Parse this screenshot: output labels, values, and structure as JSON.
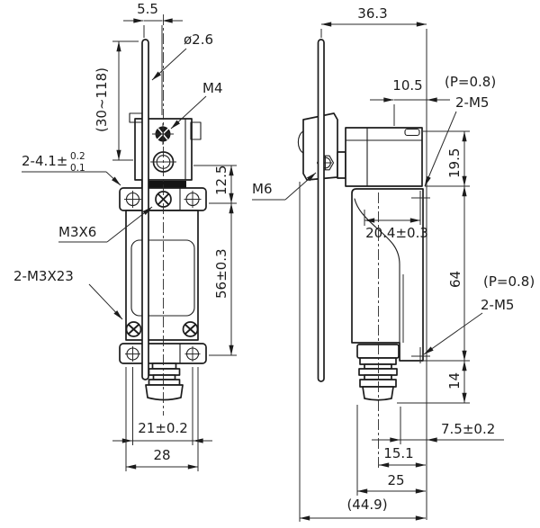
{
  "front_view": {
    "dims": {
      "rod_offset": "5.5",
      "rod_diameter": "ø2.6",
      "head_screw": "M4",
      "rod_adjust_range": "(30~118)",
      "mount_holes": "2-4.1±",
      "mount_holes_tol_upper": "0.2",
      "mount_holes_tol_lower": "0.1",
      "head_to_plate": "12.5",
      "plate_screw": "M3X6",
      "cover_screws": "2-M3X23",
      "plate_to_base": "56±0.3",
      "base_hole_span": "21±0.2",
      "body_width": "28"
    }
  },
  "side_view": {
    "dims": {
      "overall_depth": "36.3",
      "head_hole_offset": "10.5",
      "thread_pitch_top": "(P=0.8)",
      "thread_top": "2-M5",
      "head_height": "19.5",
      "clamp_screw": "M6",
      "body_depth": "20.4±0.3",
      "body_height": "64",
      "thread_pitch_side": "(P=0.8)",
      "thread_side": "2-M5",
      "base_step_height": "14",
      "hole_to_face": "7.5±0.2",
      "center_to_face": "15.1",
      "base_depth": "25",
      "overall_width_ref": "(44.9)"
    }
  }
}
